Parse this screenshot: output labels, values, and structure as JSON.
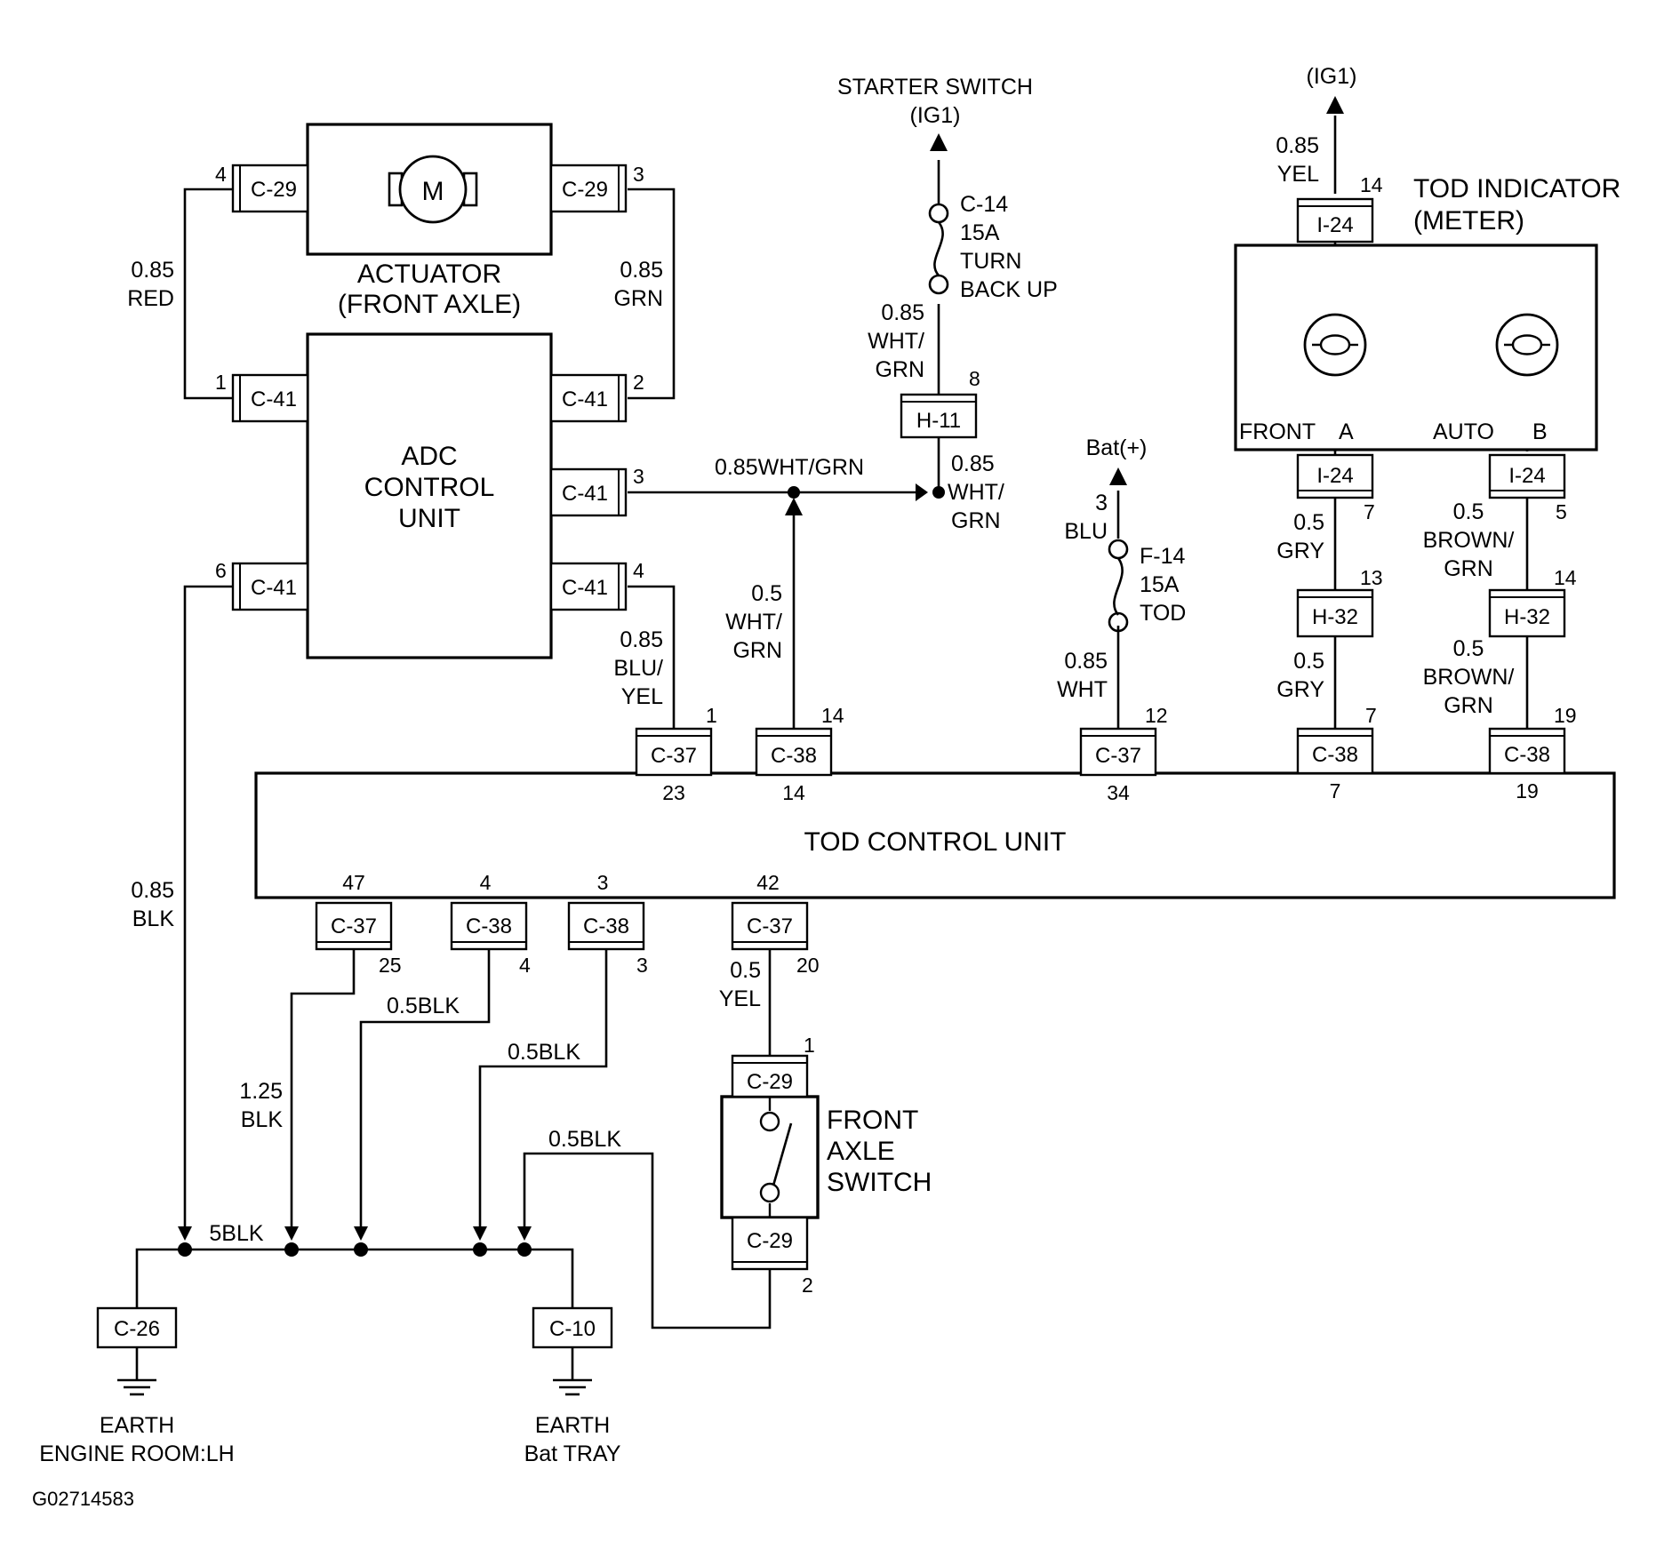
{
  "colors": {
    "line": "#000000",
    "background": "#ffffff"
  },
  "icons": {
    "motor": "motor-icon",
    "fuse": "fuse-icon",
    "lamp": "lamp-icon",
    "ground": "ground-icon",
    "switch": "switch-icon"
  },
  "components": {
    "actuator_motor": "M",
    "actuator_label_1": "ACTUATOR",
    "actuator_label_2": "(FRONT AXLE)",
    "adc_1": "ADC",
    "adc_2": "CONTROL",
    "adc_3": "UNIT",
    "tod_control_unit": "TOD CONTROL UNIT",
    "tod_indicator_1": "TOD INDICATOR",
    "tod_indicator_2": "(METER)",
    "front_lamp": "FRONT",
    "front_pin": "A",
    "auto_lamp": "AUTO",
    "auto_pin": "B",
    "starter_switch": "STARTER SWITCH",
    "starter_ig1": "(IG1)",
    "meter_ig1": "(IG1)",
    "bat": "Bat(+)",
    "front_axle_switch_1": "FRONT",
    "front_axle_switch_2": "AXLE",
    "front_axle_switch_3": "SWITCH",
    "earth1_1": "EARTH",
    "earth1_2": "ENGINE ROOM:LH",
    "earth2_1": "EARTH",
    "earth2_2": "Bat TRAY",
    "figure_id": "G02714583"
  },
  "fuses": {
    "c14": {
      "name": "C-14",
      "rating": "15A",
      "line1": "TURN",
      "line2": "BACK UP"
    },
    "f14": {
      "name": "F-14",
      "rating": "15A",
      "circuit": "TOD"
    }
  },
  "connectors": {
    "c29_left": "C-29",
    "c29_right": "C-29",
    "c41_p1": "C-41",
    "c41_p2": "C-41",
    "c41_p3": "C-41",
    "c41_p4": "C-41",
    "c41_p6": "C-41",
    "h11": "H-11",
    "i24_top": "I-24",
    "i24_a": "I-24",
    "i24_b": "I-24",
    "h32_a": "H-32",
    "h32_b": "H-32",
    "c37_23": "C-37",
    "c38_14": "C-38",
    "c37_34": "C-37",
    "c38_7": "C-38",
    "c38_19": "C-38",
    "c37_47": "C-37",
    "c38_4": "C-38",
    "c38_3": "C-38",
    "c37_42": "C-37",
    "c29_sw_top": "C-29",
    "c29_sw_bot": "C-29",
    "c26": "C-26",
    "c10": "C-10"
  },
  "pins": {
    "c29_left": "4",
    "c29_right": "3",
    "c41_1": "1",
    "c41_2": "2",
    "c41_3": "3",
    "c41_4": "4",
    "c41_6": "6",
    "h11": "8",
    "i24_top": "14",
    "i24_a": "7",
    "i24_b": "5",
    "h32_a": "13",
    "h32_b": "14",
    "c37_23_top": "1",
    "c37_23_bot": "23",
    "c38_14_top": "14",
    "c38_14_bot": "14",
    "c37_34_top": "12",
    "c37_34_bot": "34",
    "c38_7_top": "7",
    "c38_7_bot": "7",
    "c38_19_top": "19",
    "c38_19_bot": "19",
    "c37_47_top": "47",
    "c37_47_bot": "25",
    "c38_4_top": "4",
    "c38_4_bot": "4",
    "c38_3_top": "3",
    "c38_3_bot": "3",
    "c37_42_top": "42",
    "c37_42_bot": "20",
    "sw_top": "1",
    "sw_bot": "2"
  },
  "wires": {
    "red_size": "0.85",
    "red_color": "RED",
    "grn_size": "0.85",
    "grn_color": "GRN",
    "turn_size": "0.85",
    "turn_color_1": "WHT/",
    "turn_color_2": "GRN",
    "mid_label": "0.85WHT/GRN",
    "h11_size": "0.85",
    "h11_color_1": "WHT/",
    "h11_color_2": "GRN",
    "c38_14_size": "0.5",
    "c38_14_color_1": "WHT/",
    "c38_14_color_2": "GRN",
    "byel_size": "0.85",
    "byel_color_1": "BLU/",
    "byel_color_2": "YEL",
    "blk_c41_size": "0.85",
    "blk_c41_color": "BLK",
    "bat_size": "3",
    "bat_color": "BLU",
    "f14_out_size": "0.85",
    "f14_out_color": "WHT",
    "yel_top_size": "0.85",
    "yel_top_color": "YEL",
    "gry1_size": "0.5",
    "gry1_color": "GRY",
    "gry2_size": "0.5",
    "gry2_color": "GRY",
    "brn1_size": "0.5",
    "brn1_color_1": "BROWN/",
    "brn1_color_2": "GRN",
    "brn2_size": "0.5",
    "brn2_color_1": "BROWN/",
    "brn2_color_2": "GRN",
    "blk125_size": "1.25",
    "blk125_color": "BLK",
    "blk05_a": "0.5BLK",
    "blk05_b": "0.5BLK",
    "blk05_c": "0.5BLK",
    "yel_sw_size": "0.5",
    "yel_sw_color": "YEL",
    "ground_bus": "5BLK"
  }
}
